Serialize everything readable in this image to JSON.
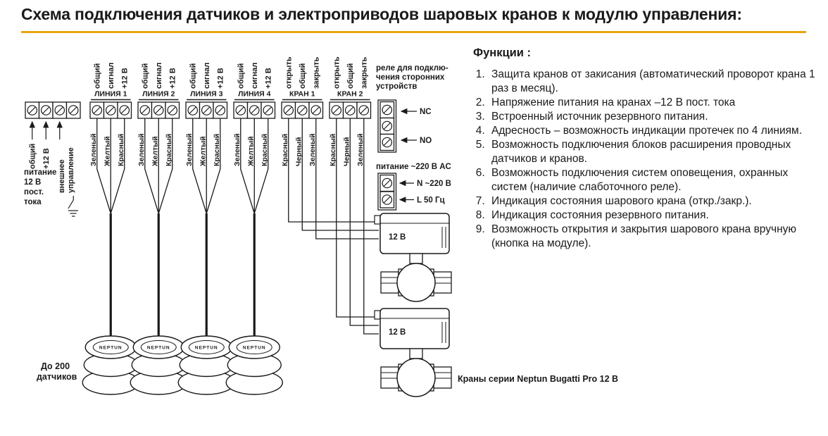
{
  "page": {
    "title": "Схема подключения датчиков и электроприводов шаровых кранов к модулю управления:",
    "accent_color": "#E9A511"
  },
  "module": {
    "power_input": {
      "terminal_labels": [
        "общий",
        "+12 В"
      ],
      "external_label_lines": [
        "внешнее",
        "управление"
      ],
      "caption_lines": [
        "питание",
        "12 В",
        "пост.",
        "тока"
      ]
    },
    "lines": [
      {
        "label": "ЛИНИЯ 1",
        "terminals": [
          "общий",
          "сигнал",
          "+12 В"
        ],
        "wires": [
          "Зеленый",
          "Желтый",
          "Красный"
        ]
      },
      {
        "label": "ЛИНИЯ 2",
        "terminals": [
          "общий",
          "сигнал",
          "+12 В"
        ],
        "wires": [
          "Зеленый",
          "Желтый",
          "Красный"
        ]
      },
      {
        "label": "ЛИНИЯ 3",
        "terminals": [
          "общий",
          "сигнал",
          "+12 В"
        ],
        "wires": [
          "Зеленый",
          "Желтый",
          "Красный"
        ]
      },
      {
        "label": "ЛИНИЯ 4",
        "terminals": [
          "общий",
          "сигнал",
          "+12 В"
        ],
        "wires": [
          "Зеленый",
          "Желтый",
          "Красный"
        ]
      }
    ],
    "valve_outputs": [
      {
        "label": "КРАН 1",
        "terminals": [
          "открыть",
          "общий",
          "закрыть"
        ],
        "wires": [
          "Красный",
          "Черный",
          "Зеленый"
        ]
      },
      {
        "label": "КРАН 2",
        "terminals": [
          "открыть",
          "общий",
          "закрыть"
        ],
        "wires": [
          "Красный",
          "Черный",
          "Зеленый"
        ]
      }
    ],
    "relay": {
      "caption_lines": [
        "реле для подклю-",
        "чения сторонних",
        "устройств"
      ],
      "contacts": [
        "NC",
        "NO"
      ]
    },
    "mains": {
      "caption": "питание ~220 В AC",
      "n_label": "N ~220 В",
      "l_label": "L  50 Гц"
    }
  },
  "sensors": {
    "label_lines": [
      "До 200",
      "датчиков"
    ],
    "brand": "NEPTUN"
  },
  "ball_valves": {
    "voltage": "12 В",
    "caption": "Краны серии Neptun Bugatti Pro 12 В"
  },
  "functions": {
    "heading": "Функции :",
    "items": [
      "Защита кранов от закисания (автоматический проворот крана 1 раз в месяц).",
      "Напряжение питания на кранах –12 В пост. тока",
      "Встроенный источник резервного питания.",
      "Адресность – возможность индикации протечек по 4 линиям.",
      "Возможность подключения блоков расширения проводных датчиков и кранов.",
      "Возможность подключения систем оповещения, охранных систем (наличие слаботочного реле).",
      "Индикация состояния шарового крана (откр./закр.).",
      "Индикация состояния резервного питания.",
      "Возможность открытия и закрытия шарового крана вручную (кнопка на модуле)."
    ]
  }
}
